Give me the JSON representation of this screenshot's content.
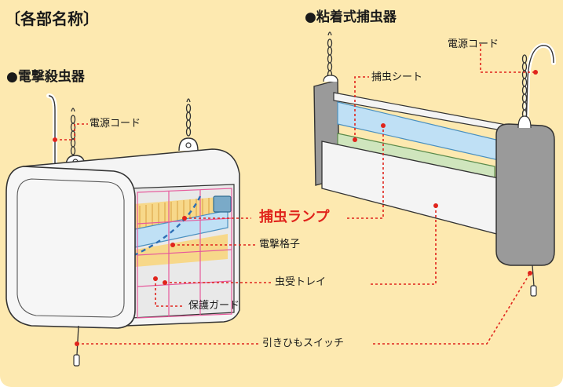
{
  "header": {
    "title": "〔各部名称〕"
  },
  "sections": {
    "electric": {
      "title": "●電撃殺虫器"
    },
    "sticky": {
      "title": "●粘着式捕虫器"
    }
  },
  "labels": {
    "power_cord_left": "電源コード",
    "power_cord_right": "電源コード",
    "trap_sheet": "捕虫シート",
    "trap_lamp": "捕虫ランプ",
    "shock_grid": "電撃格子",
    "insect_tray": "虫受トレイ",
    "guard": "保護ガード",
    "pull_switch": "引きひもスイッチ"
  },
  "colors": {
    "background": "#fde9b0",
    "leader_red": "#e0241c",
    "highlight_text": "#e0241c",
    "device_body": "#f4f4f4",
    "lamp_blue": "#bfe0f5",
    "sheet_green": "#cfe5bd",
    "grid_pink": "#e65a9c"
  }
}
